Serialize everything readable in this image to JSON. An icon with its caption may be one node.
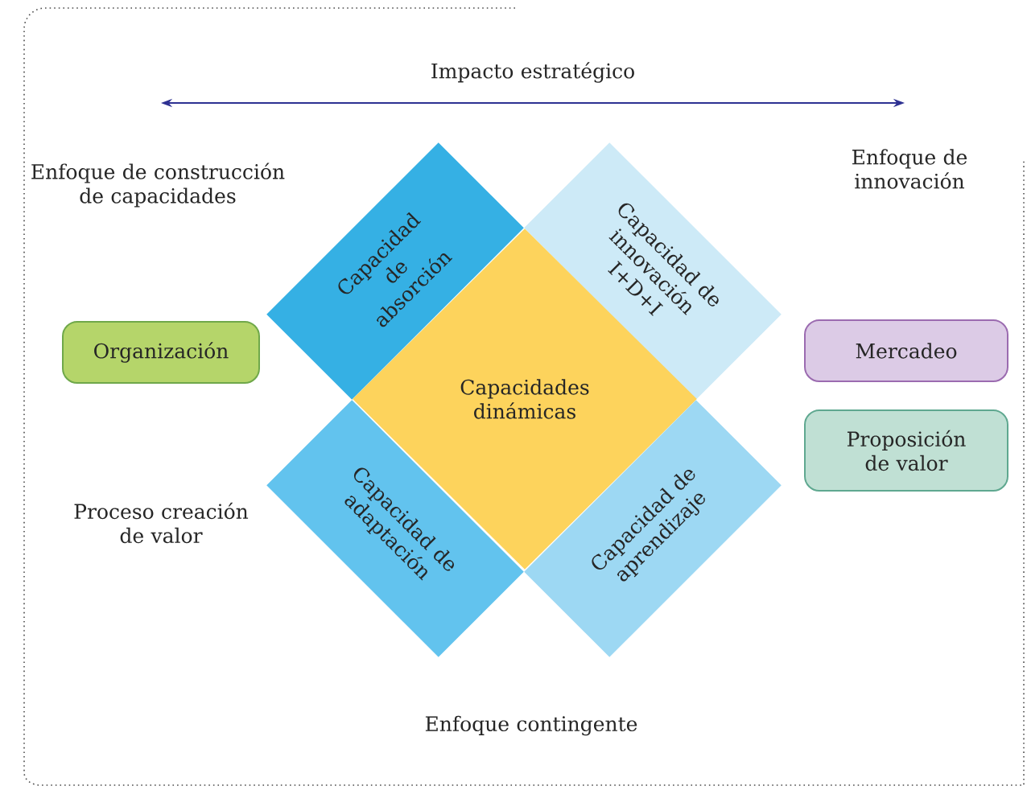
{
  "diagram": {
    "nodes": [
      {
        "text": [
          "Capacidad de absorción"
        ]
      },
      {
        "text": [
          "Capacidad de innovación I+D+I"
        ]
      },
      {
        "text": [
          "Capacidades dinámicas"
        ]
      },
      {
        "text": [
          "Capacidad de adaptación"
        ]
      },
      {
        "text": [
          "Capacidad de aprendizaje"
        ]
      },
      {
        "text": [
          "Organización"
        ]
      },
      {
        "text": [
          "Mercadeo"
        ]
      },
      {
        "text": [
          "Proposición de valor"
        ]
      }
    ],
    "labels": [
      "Impacto estratégico",
      "Enfoque de construcción de capacidades",
      "Enfoque de innovación",
      "Proceso creación de valor",
      "Enfoque contingente"
    ]
  }
}
